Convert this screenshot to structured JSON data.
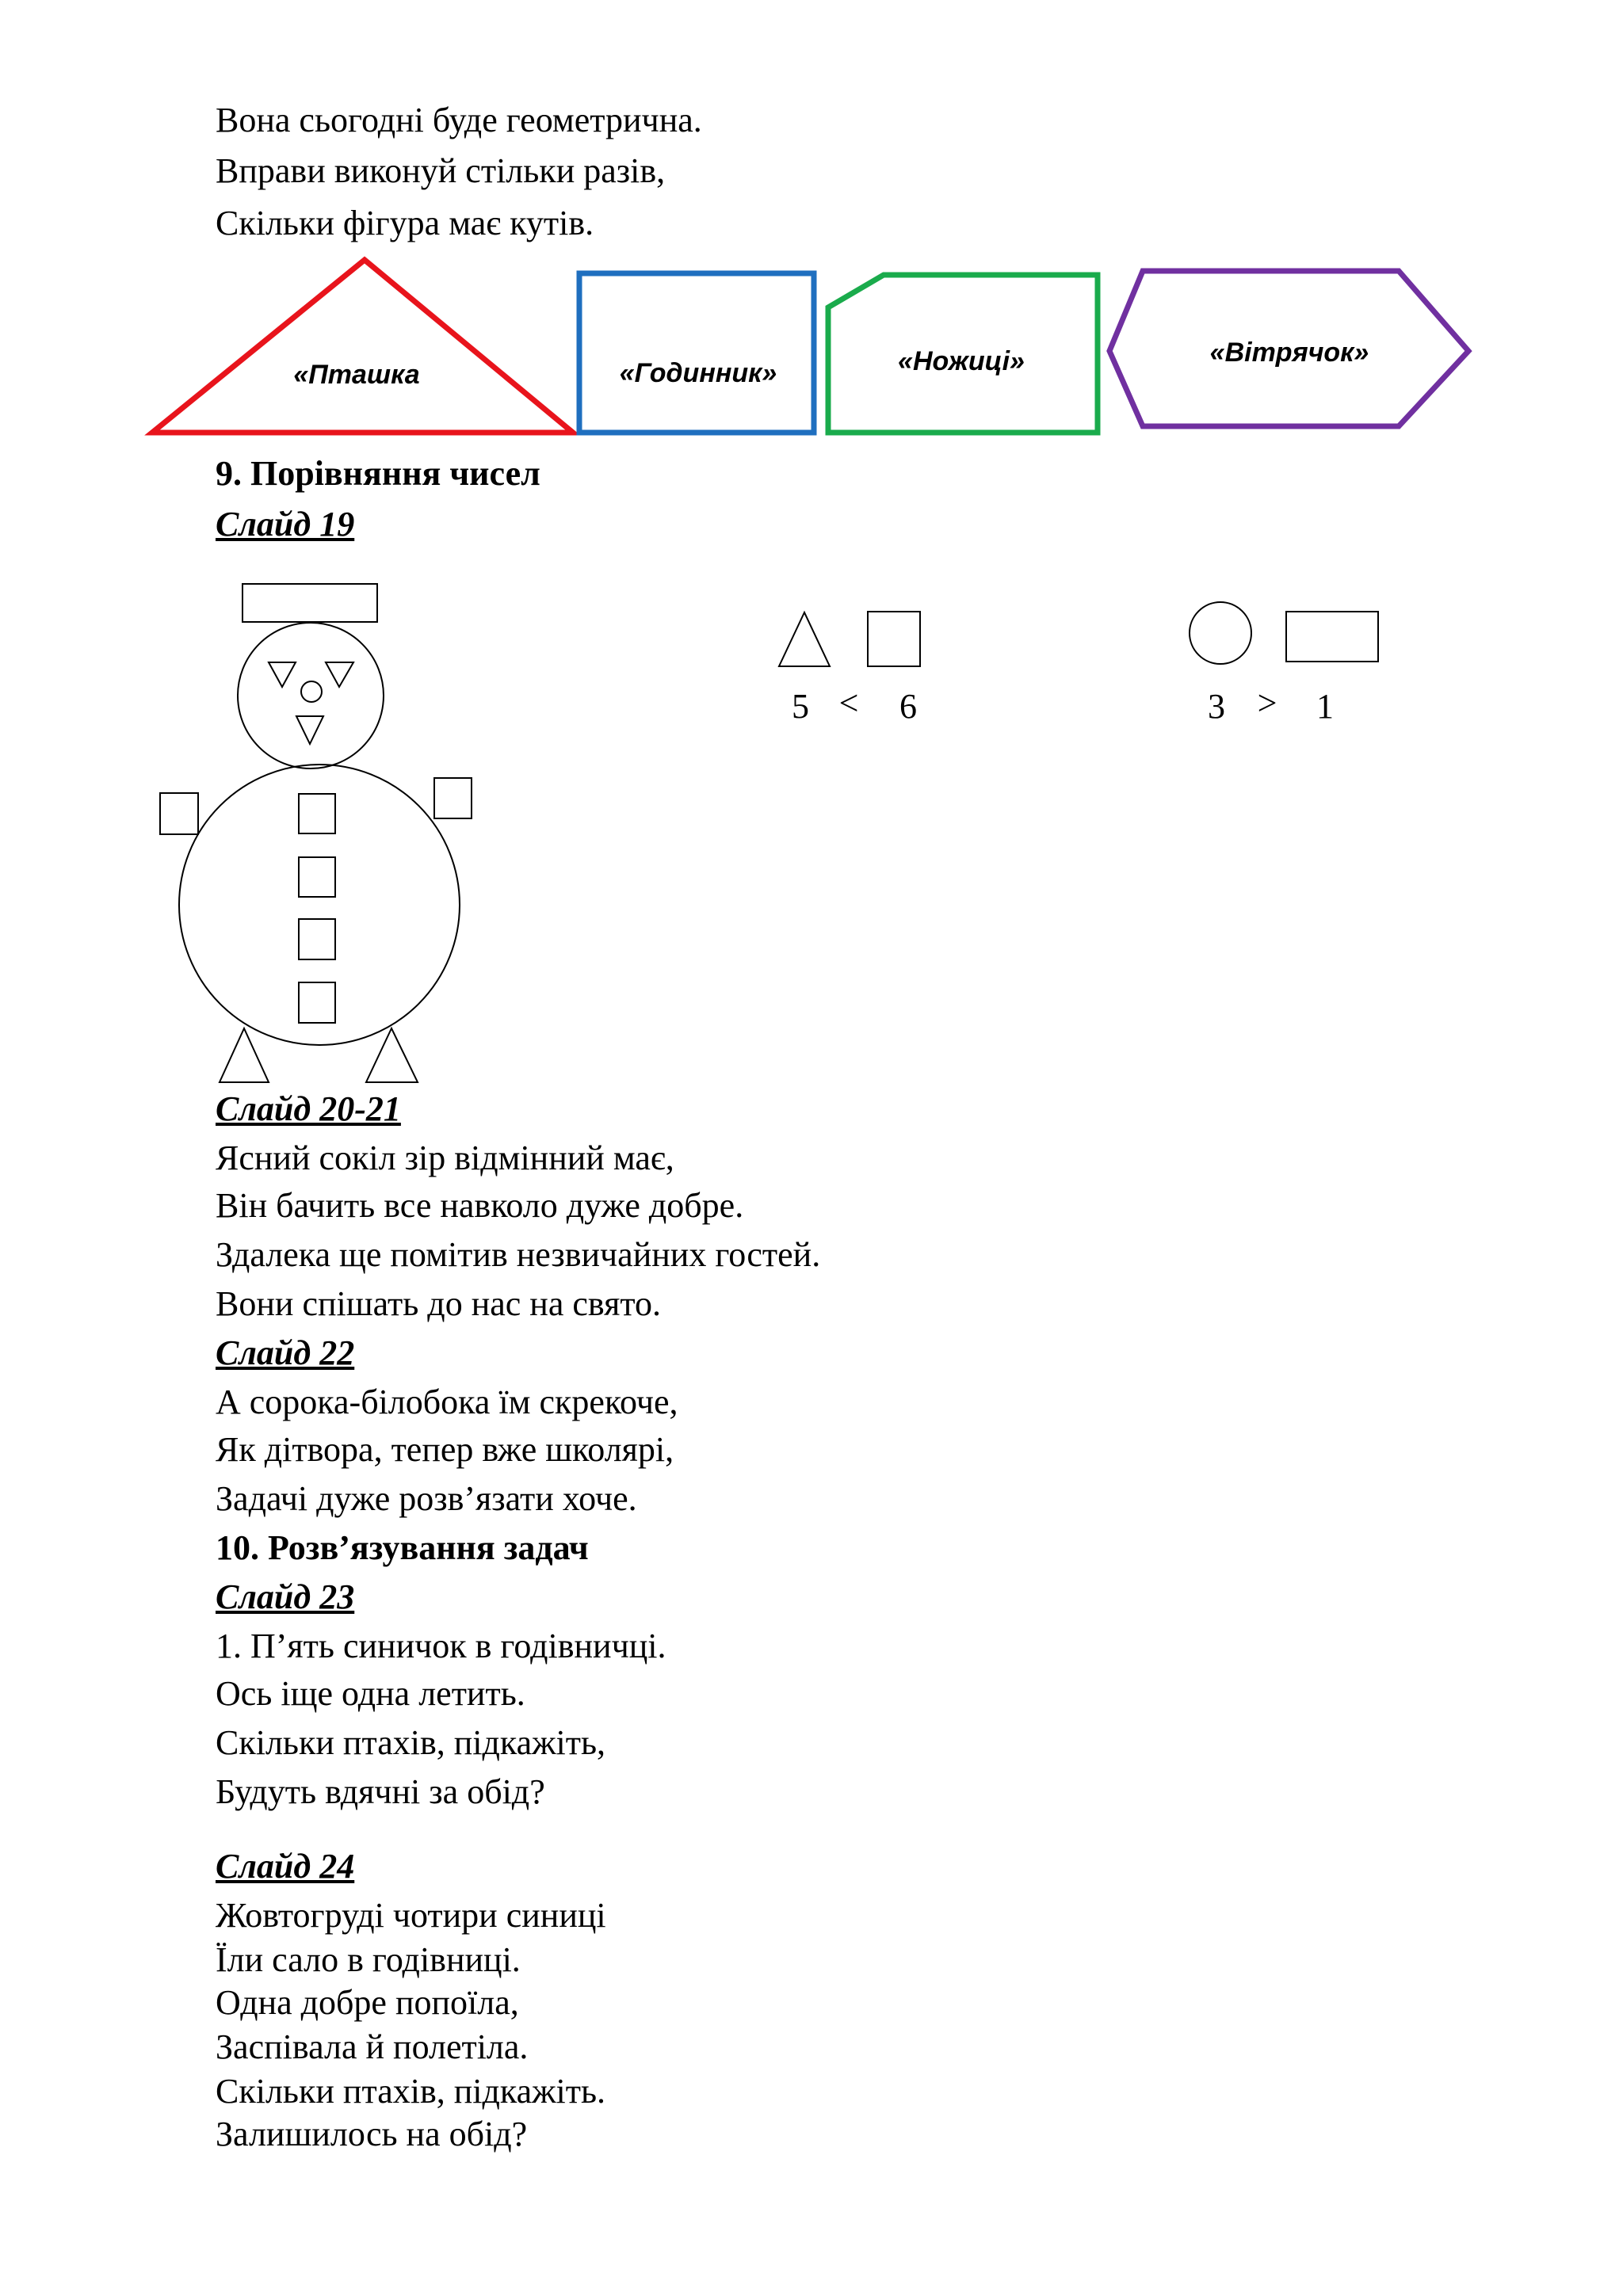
{
  "intro": [
    "Вона сьогодні буде геометрична.",
    "Вправи виконуй стільки разів,",
    "Скільки фігура має кутів."
  ],
  "shapes": {
    "triangle": {
      "label": "«Пташка",
      "color": "#e8141c"
    },
    "square": {
      "label": "«Годинник»",
      "color": "#1f6fbf"
    },
    "pentagon": {
      "label": "«Ножиці»",
      "color": "#1aab4c"
    },
    "hexagon": {
      "label": "«Вітрячок»",
      "color": "#7030a0"
    }
  },
  "section9": {
    "title": "9. Порівняння чисел",
    "slide": "Слайд 19",
    "comparison1": {
      "left": "5",
      "sign": "<",
      "right": "6"
    },
    "comparison2": {
      "left": "3",
      "sign": ">",
      "right": "1"
    }
  },
  "slide2021": {
    "title": "Слайд 20-21",
    "lines": [
      "Ясний сокіл зір відмінний має,",
      "Він бачить все навколо дуже добре.",
      "Здалека ще помітив незвичайних гостей.",
      "Вони спішать до нас на свято."
    ]
  },
  "slide22": {
    "title": "Слайд 22",
    "lines": [
      "А сорока-білобока їм скрекоче,",
      "Як дітвора, тепер вже школярі,",
      "Задачі дуже розв’язати хоче."
    ]
  },
  "section10": {
    "title": "10. Розв’язування задач",
    "slide23": {
      "title": "Слайд 23",
      "lines": [
        "1. П’ять синичок в годівничці.",
        "Ось іще одна летить.",
        "Скільки птахів, підкажіть,",
        "Будуть вдячні за обід?"
      ]
    },
    "slide24": {
      "title": "Слайд 24",
      "lines": [
        "Жовтогруді чотири синиці",
        "Їли сало в годівниці.",
        "Одна добре попоїла,",
        "Заспівала й полетіла.",
        "Скільки птахів, підкажіть.",
        "Залишилось на обід?"
      ]
    }
  }
}
